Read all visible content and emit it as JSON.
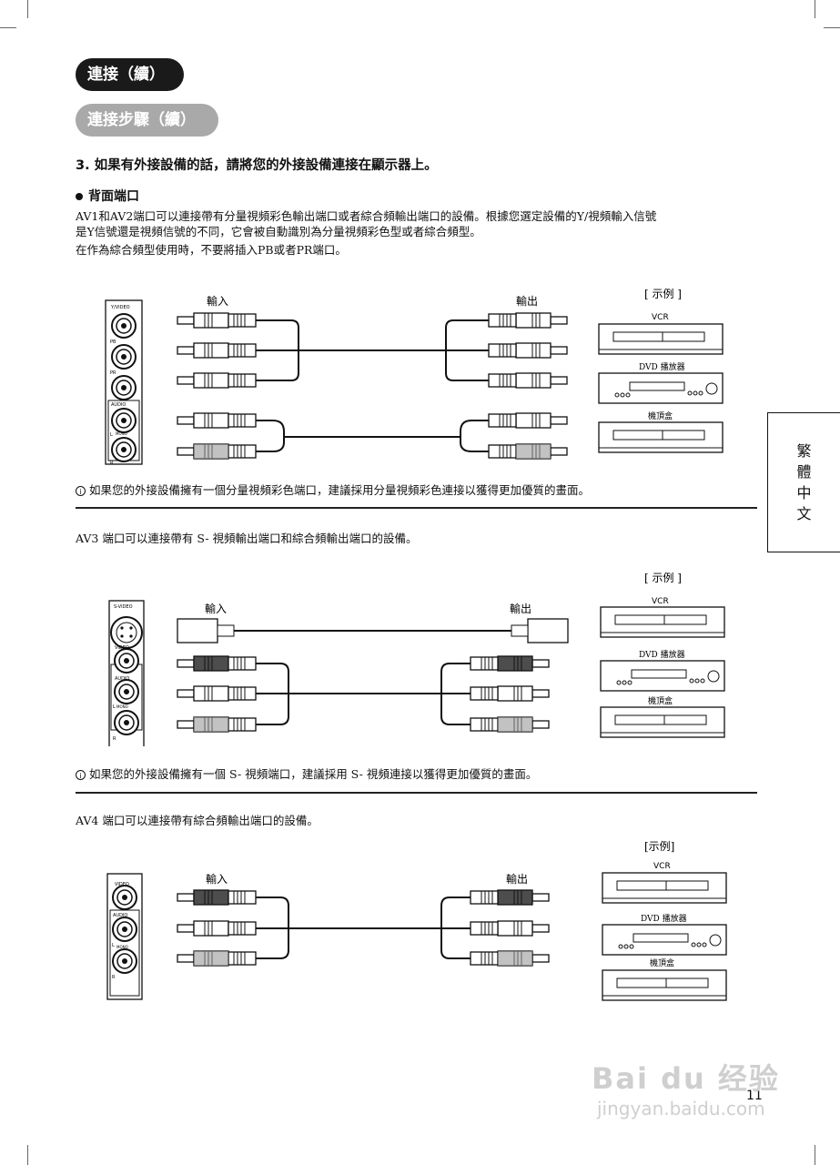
{
  "header": {
    "section_title": "連接（續）",
    "subsection_title": "連接步驟（續）"
  },
  "step": {
    "heading": "3. 如果有外接設備的話，請將您的外接設備連接在顯示器上。"
  },
  "rear": {
    "heading": "背面端口"
  },
  "intro": {
    "line1": "AV1和AV2端口可以連接帶有分量視頻彩色輸出端口或者綜合頻輸出端口的設備。根據您選定設備的Y/視頻輸入信號",
    "line2": "是Y信號還是視頻信號的不同，它會被自動識別為分量視頻彩色型或者綜合頻型。",
    "line3": "在作為綜合頻型使用時，不要將插入PB或者PR端口。"
  },
  "diagram1": {
    "in_label": "輸入",
    "out_label": "輸出",
    "example_label": "[ 示例 ]",
    "panel_labels": [
      "Y/VIDEO",
      "PB",
      "PR",
      "AUDIO",
      "L",
      "MONO",
      "R"
    ],
    "devices": [
      "VCR",
      "DVD 播放器",
      "機頂盒"
    ]
  },
  "tip1": {
    "text": "如果您的外接設備擁有一個分量視頻彩色端口，建議採用分量視頻彩色連接以獲得更加優質的畫面。"
  },
  "av3": {
    "text": "AV3 端口可以連接帶有 S- 視頻輸出端口和綜合頻輸出端口的設備。"
  },
  "diagram2": {
    "in_label": "輸入",
    "out_label": "輸出",
    "example_label": "[ 示例 ]",
    "panel_labels": [
      "S-VIDEO",
      "VIDEO",
      "AUDIO",
      "L",
      "MONO",
      "R"
    ],
    "devices": [
      "VCR",
      "DVD 播放器",
      "機頂盒"
    ]
  },
  "tip2": {
    "text": "如果您的外接設備擁有一個 S- 視頻端口，建議採用 S- 視頻連接以獲得更加優質的畫面。"
  },
  "av4": {
    "text": "AV4 端口可以連接帶有綜合頻輸出端口的設備。"
  },
  "diagram3": {
    "in_label": "輸入",
    "out_label": "輸出",
    "example_label": "[示例]",
    "panel_labels": [
      "VIDEO",
      "AUDIO",
      "L",
      "MONO",
      "R"
    ],
    "devices": [
      "VCR",
      "DVD 播放器",
      "機頂盒"
    ]
  },
  "side_tab": {
    "chars": [
      "繁",
      "體",
      "中",
      "文"
    ]
  },
  "page_number": "11",
  "watermark": {
    "brand": "Bai du 经验",
    "url": "jingyan.baidu.com"
  }
}
